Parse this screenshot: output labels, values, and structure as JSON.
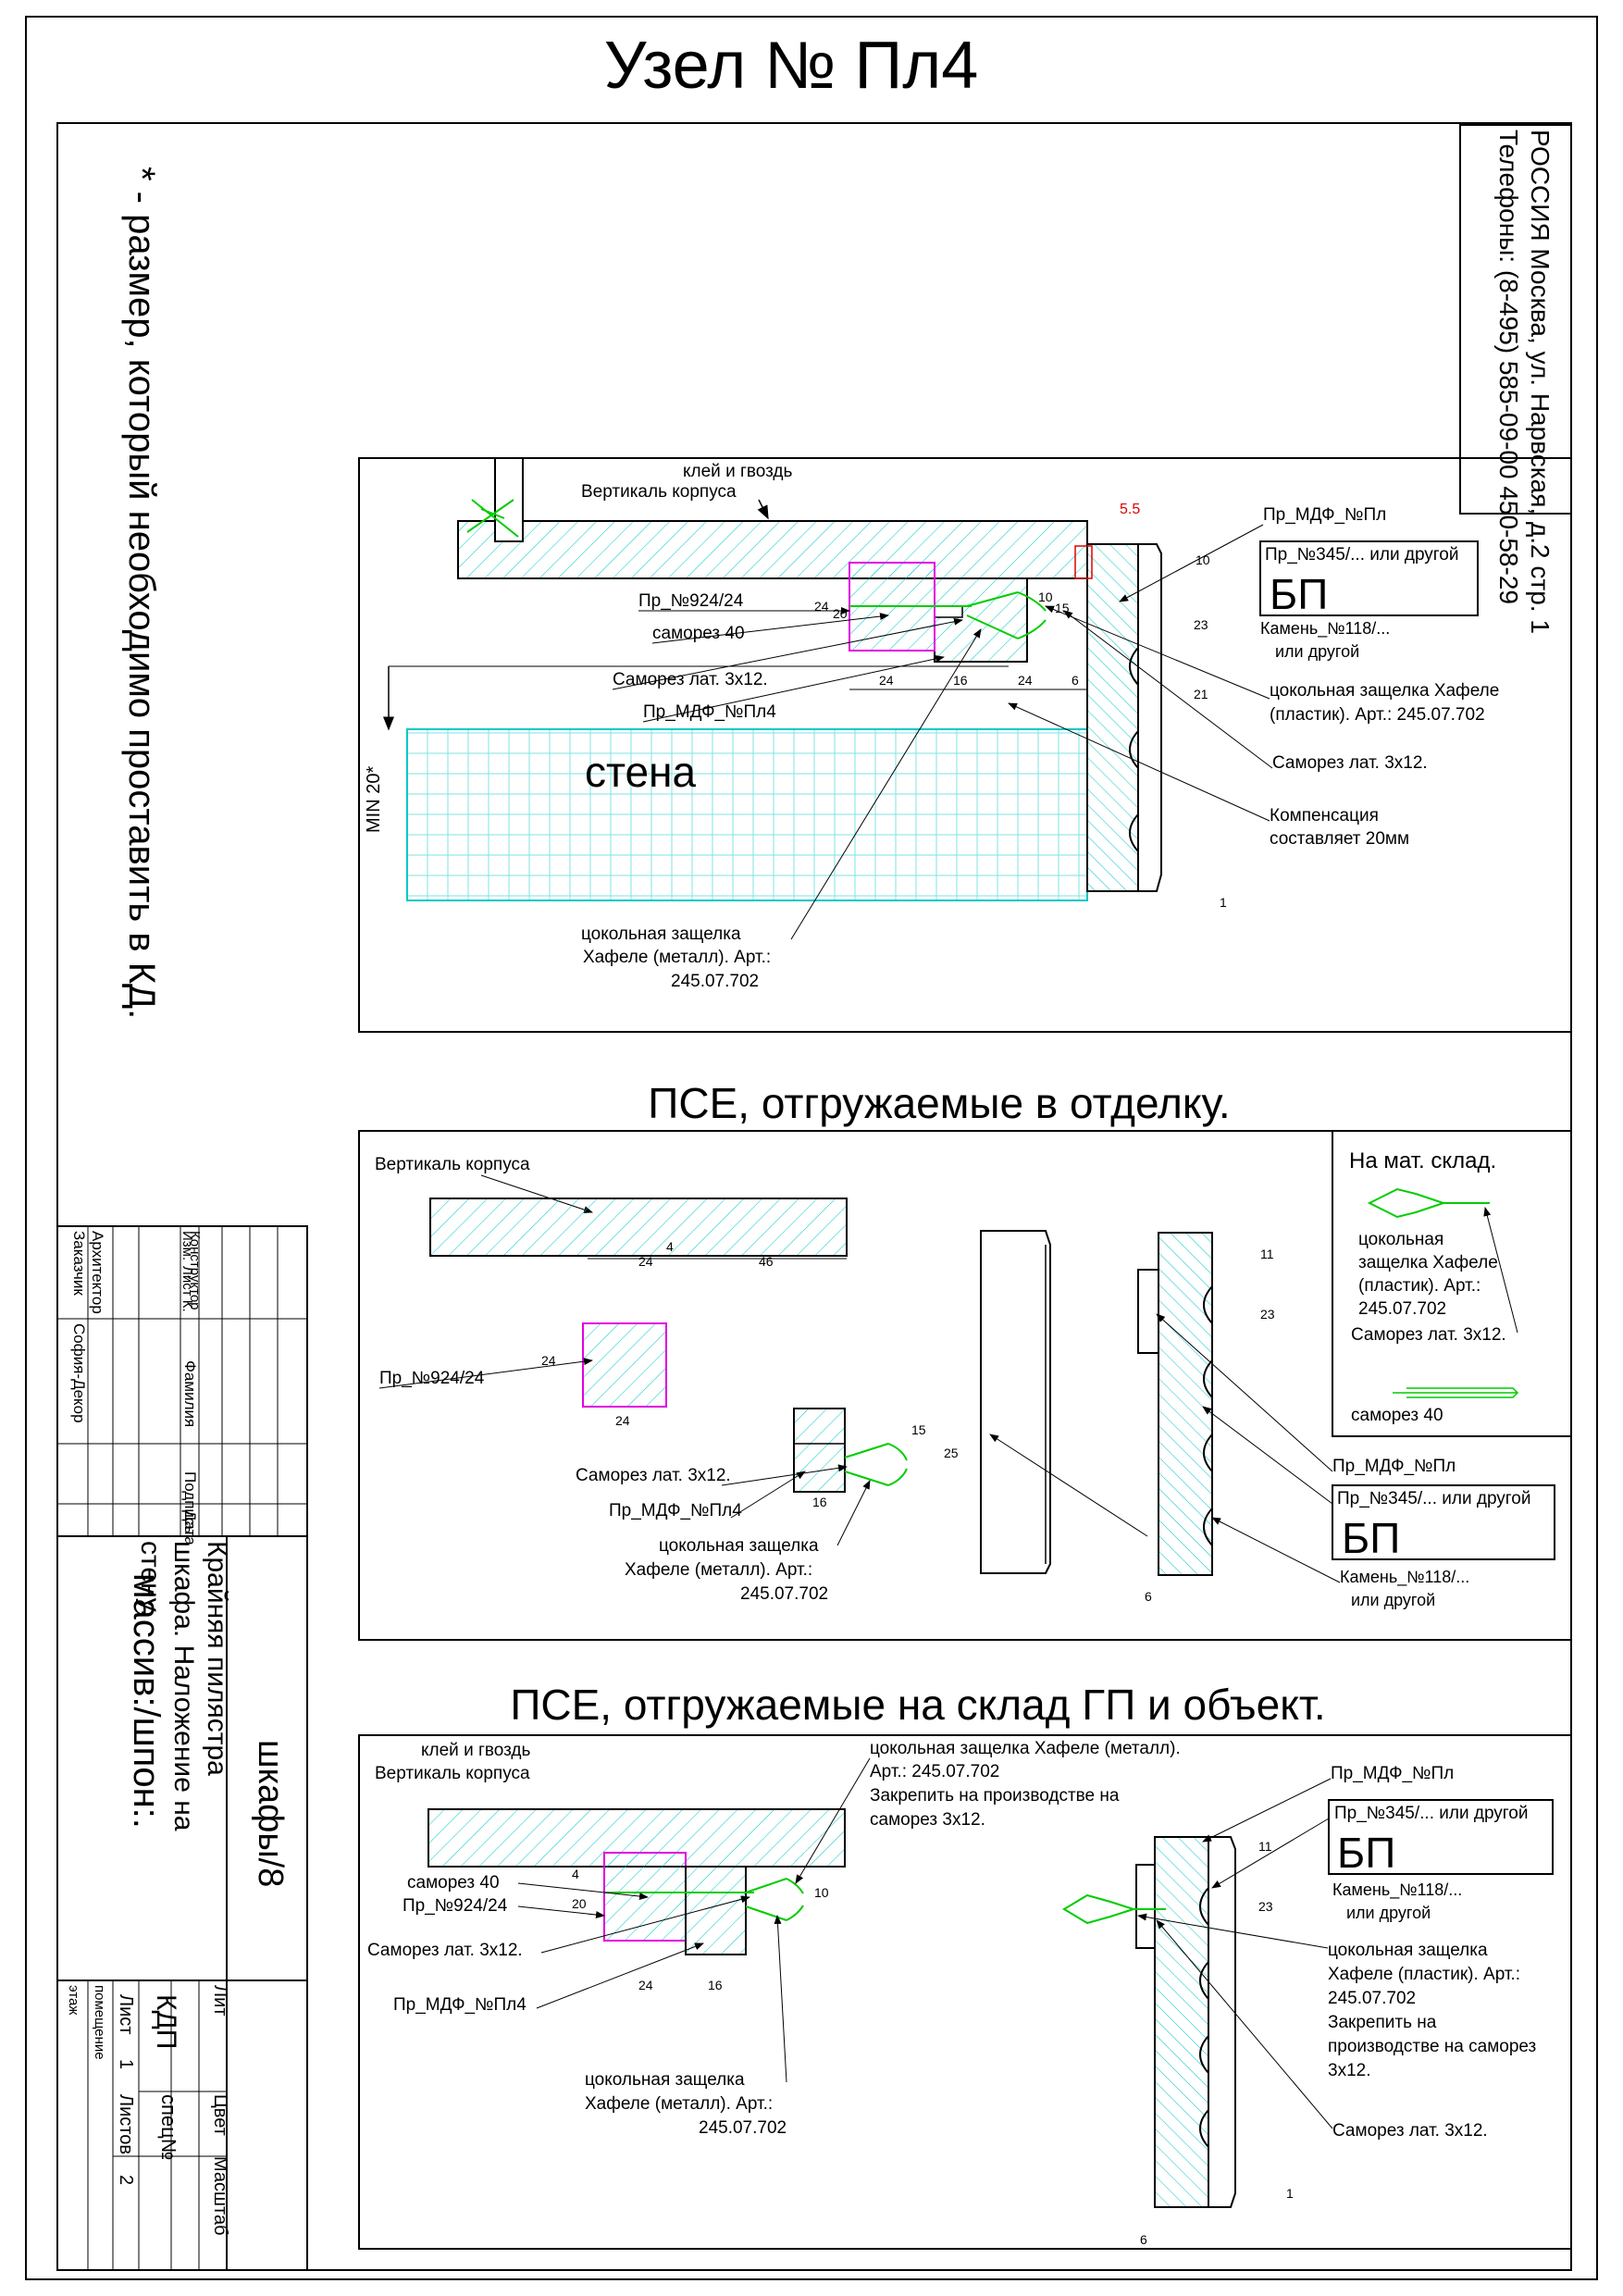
{
  "title": "Узел № Пл4",
  "side_note": "* - размер, который необходимо проставить в КД.",
  "address": {
    "line1": "РОССИЯ Москва, ул. Нарвская, д.2 стр. 1",
    "line2": "Телефоны: (8-495) 585-09-00 450-58-29"
  },
  "section2_title": "ПСЕ, отгружаемые в отделку.",
  "section3_title": "ПСЕ, отгружаемые на склад ГП и объект.",
  "labels": {
    "glue_nail": "клей и гвоздь",
    "vertical": "Вертикаль корпуса",
    "pr924": "Пр_№924/24",
    "screw40": "саморез 40",
    "screw_lat": "Саморез  лат. 3х12.",
    "mdf_pl4": "Пр_МДФ_№Пл4",
    "mdf_pl": "Пр_МДФ_№Пл",
    "pr345": "Пр_№345/... или другой",
    "bp": "БП",
    "stone_1": "Камень_№118/...",
    "stone_2": "или другой",
    "plinth_plastic_1": "цокольная защелка Хафеле",
    "plinth_plastic_2": "(пластик). Арт.: 245.07.702",
    "compensation_1": "Компенсация",
    "compensation_2": "составляет 20мм",
    "wall": "стена",
    "min20": "MIN 20*",
    "metal_1": "цокольная защелка",
    "metal_2": "Хафеле (металл). Арт.:",
    "metal_3": "245.07.702",
    "warehouse": "На мат. склад.",
    "wh_latch_1": "цокольная",
    "wh_latch_2": "защелка Хафеле",
    "wh_latch_3": "(пластик). Арт.:",
    "wh_latch_4": "245.07.702",
    "s3_metal_1": "цокольная защелка  Хафеле (металл).",
    "s3_metal_2": "Арт.: 245.07.702",
    "s3_metal_3": "Закрепить на производстве на",
    "s3_metal_4": "саморез 3х12.",
    "s3_plastic_1": "цокольная защелка",
    "s3_plastic_2": "Хафеле (пластик). Арт.:",
    "s3_plastic_3": "245.07.702",
    "s3_plastic_4": "Закрепить на",
    "s3_plastic_5": "производстве на саморез",
    "s3_plastic_6": "3х12."
  },
  "dims": {
    "d55": "5.5",
    "d24": "24",
    "d20": "20",
    "d16": "16",
    "d6": "6",
    "d10": "10",
    "d15": "15",
    "d23": "23",
    "d21": "21",
    "d1": "1",
    "d4": "4",
    "d46": "46",
    "d11": "11",
    "d25": "25"
  },
  "stamp": {
    "architect": "Архитектор",
    "customer": "Заказчик",
    "customer_value": "София-Декор",
    "izm": "Изм.",
    "list_k": "Лист К.",
    "constructor": "Конструктор",
    "surname": "Фамилия",
    "signature": "Подпись",
    "date": "Дата",
    "product_1": "Крайняя пилястра",
    "product_2": "шкафа. Наложение на",
    "product_3": "стену.",
    "cabinets": "шкафы/8",
    "material": "массив:/шпон:.",
    "lit": "Лит",
    "color": "Цвет",
    "scale": "Масштаб",
    "kdp": "КДП",
    "spec": "спец№",
    "sheet": "Лист",
    "sheet_num": "1",
    "sheets": "Листов",
    "sheets_num": "2",
    "room": "помещение",
    "floor": "этаж"
  },
  "colors": {
    "hatch": "#00c8c8",
    "pink": "#e000e0",
    "green": "#00cc00",
    "red": "#e00000"
  }
}
